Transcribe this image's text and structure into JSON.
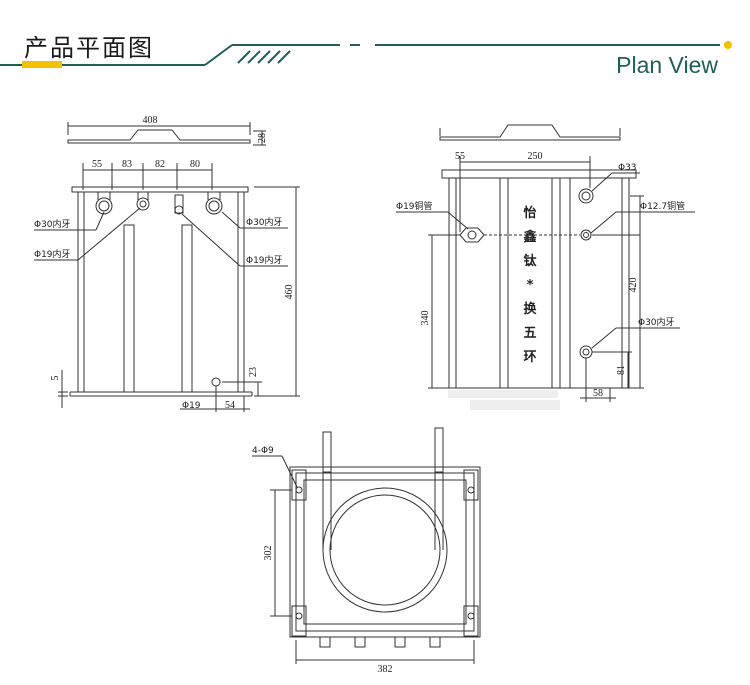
{
  "header": {
    "title": "产品平面图",
    "subtitle": "Plan View",
    "accent_color": "#1f5f55",
    "highlight_color": "#f2c200"
  },
  "front_view": {
    "dim_lid_width": "408",
    "dim_lid_height": "28",
    "dim_offset_1": "55",
    "dim_offset_2": "83",
    "dim_offset_3": "82",
    "dim_offset_4": "80",
    "dim_height": "460",
    "dim_base": "5",
    "dim_drain_height": "23",
    "dim_drain_offset": "54",
    "label_drain": "Φ19",
    "label_left_top": "Φ30内牙",
    "label_left_bottom": "Φ19内牙",
    "label_right_top": "Φ30内牙",
    "label_right_bottom": "Φ19内牙"
  },
  "side_view": {
    "dim_top_left": "55",
    "dim_top_width": "250",
    "dim_height": "420",
    "dim_inner": "340",
    "dim_bottom_height": "81",
    "dim_bottom_offset": "58",
    "label_port_top": "Φ33",
    "label_copper_left": "Φ19铜管",
    "label_copper_right": "Φ12.7铜管",
    "label_bottom_port": "Φ30内牙",
    "brand_chars": [
      "怡",
      "鑫",
      "钛",
      "*",
      "换",
      "五",
      "环"
    ]
  },
  "top_view": {
    "label_holes": "4-Φ9",
    "dim_depth": "302",
    "dim_width": "382"
  }
}
